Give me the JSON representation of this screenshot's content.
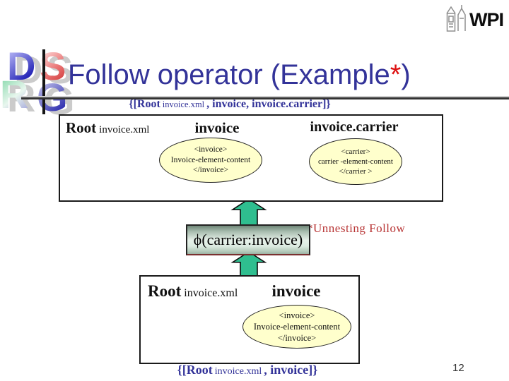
{
  "colors": {
    "title_navy": "#333399",
    "accent_red": "#dd1111",
    "note_red": "#b73333",
    "arrow_green": "#2fbe8f",
    "ellipse_fill": "#ffffcc"
  },
  "logo_dsrg": {
    "letters": [
      "D",
      "S",
      "R",
      "G"
    ]
  },
  "wpi": {
    "label": "WPI"
  },
  "title": {
    "text": "Follow operator (Example",
    "star": "*",
    "close_paren": ")"
  },
  "annotation_top": {
    "bold_open": "{[Root",
    "small": "invoice.xml",
    "bold_close": ", invoice, invoice.carrier]}"
  },
  "box_top": {
    "root": "Root",
    "root_file": "invoice.xml",
    "header_invoice": "invoice",
    "header_carrier": "invoice.carrier",
    "ellipse_invoice": {
      "line1": "<invoice>",
      "line2": "Invoice-element-content",
      "line3": "</invoice>"
    },
    "ellipse_carrier": {
      "line1": "<carrier>",
      "line2": "carrier -element-content",
      "line3": "</carrier >"
    }
  },
  "operator": {
    "label": "ϕ(carrier:invoice)",
    "note": "*Unnesting Follow"
  },
  "box_bottom": {
    "root": "Root",
    "root_file": "invoice.xml",
    "header_invoice": "invoice",
    "ellipse_invoice": {
      "line1": "<invoice>",
      "line2": "Invoice-element-content",
      "line3": "</invoice>"
    }
  },
  "annotation_bottom": {
    "bold_open": "{[Root",
    "small": "invoice.xml",
    "bold_close": ", invoice]}"
  },
  "page_number": "12"
}
